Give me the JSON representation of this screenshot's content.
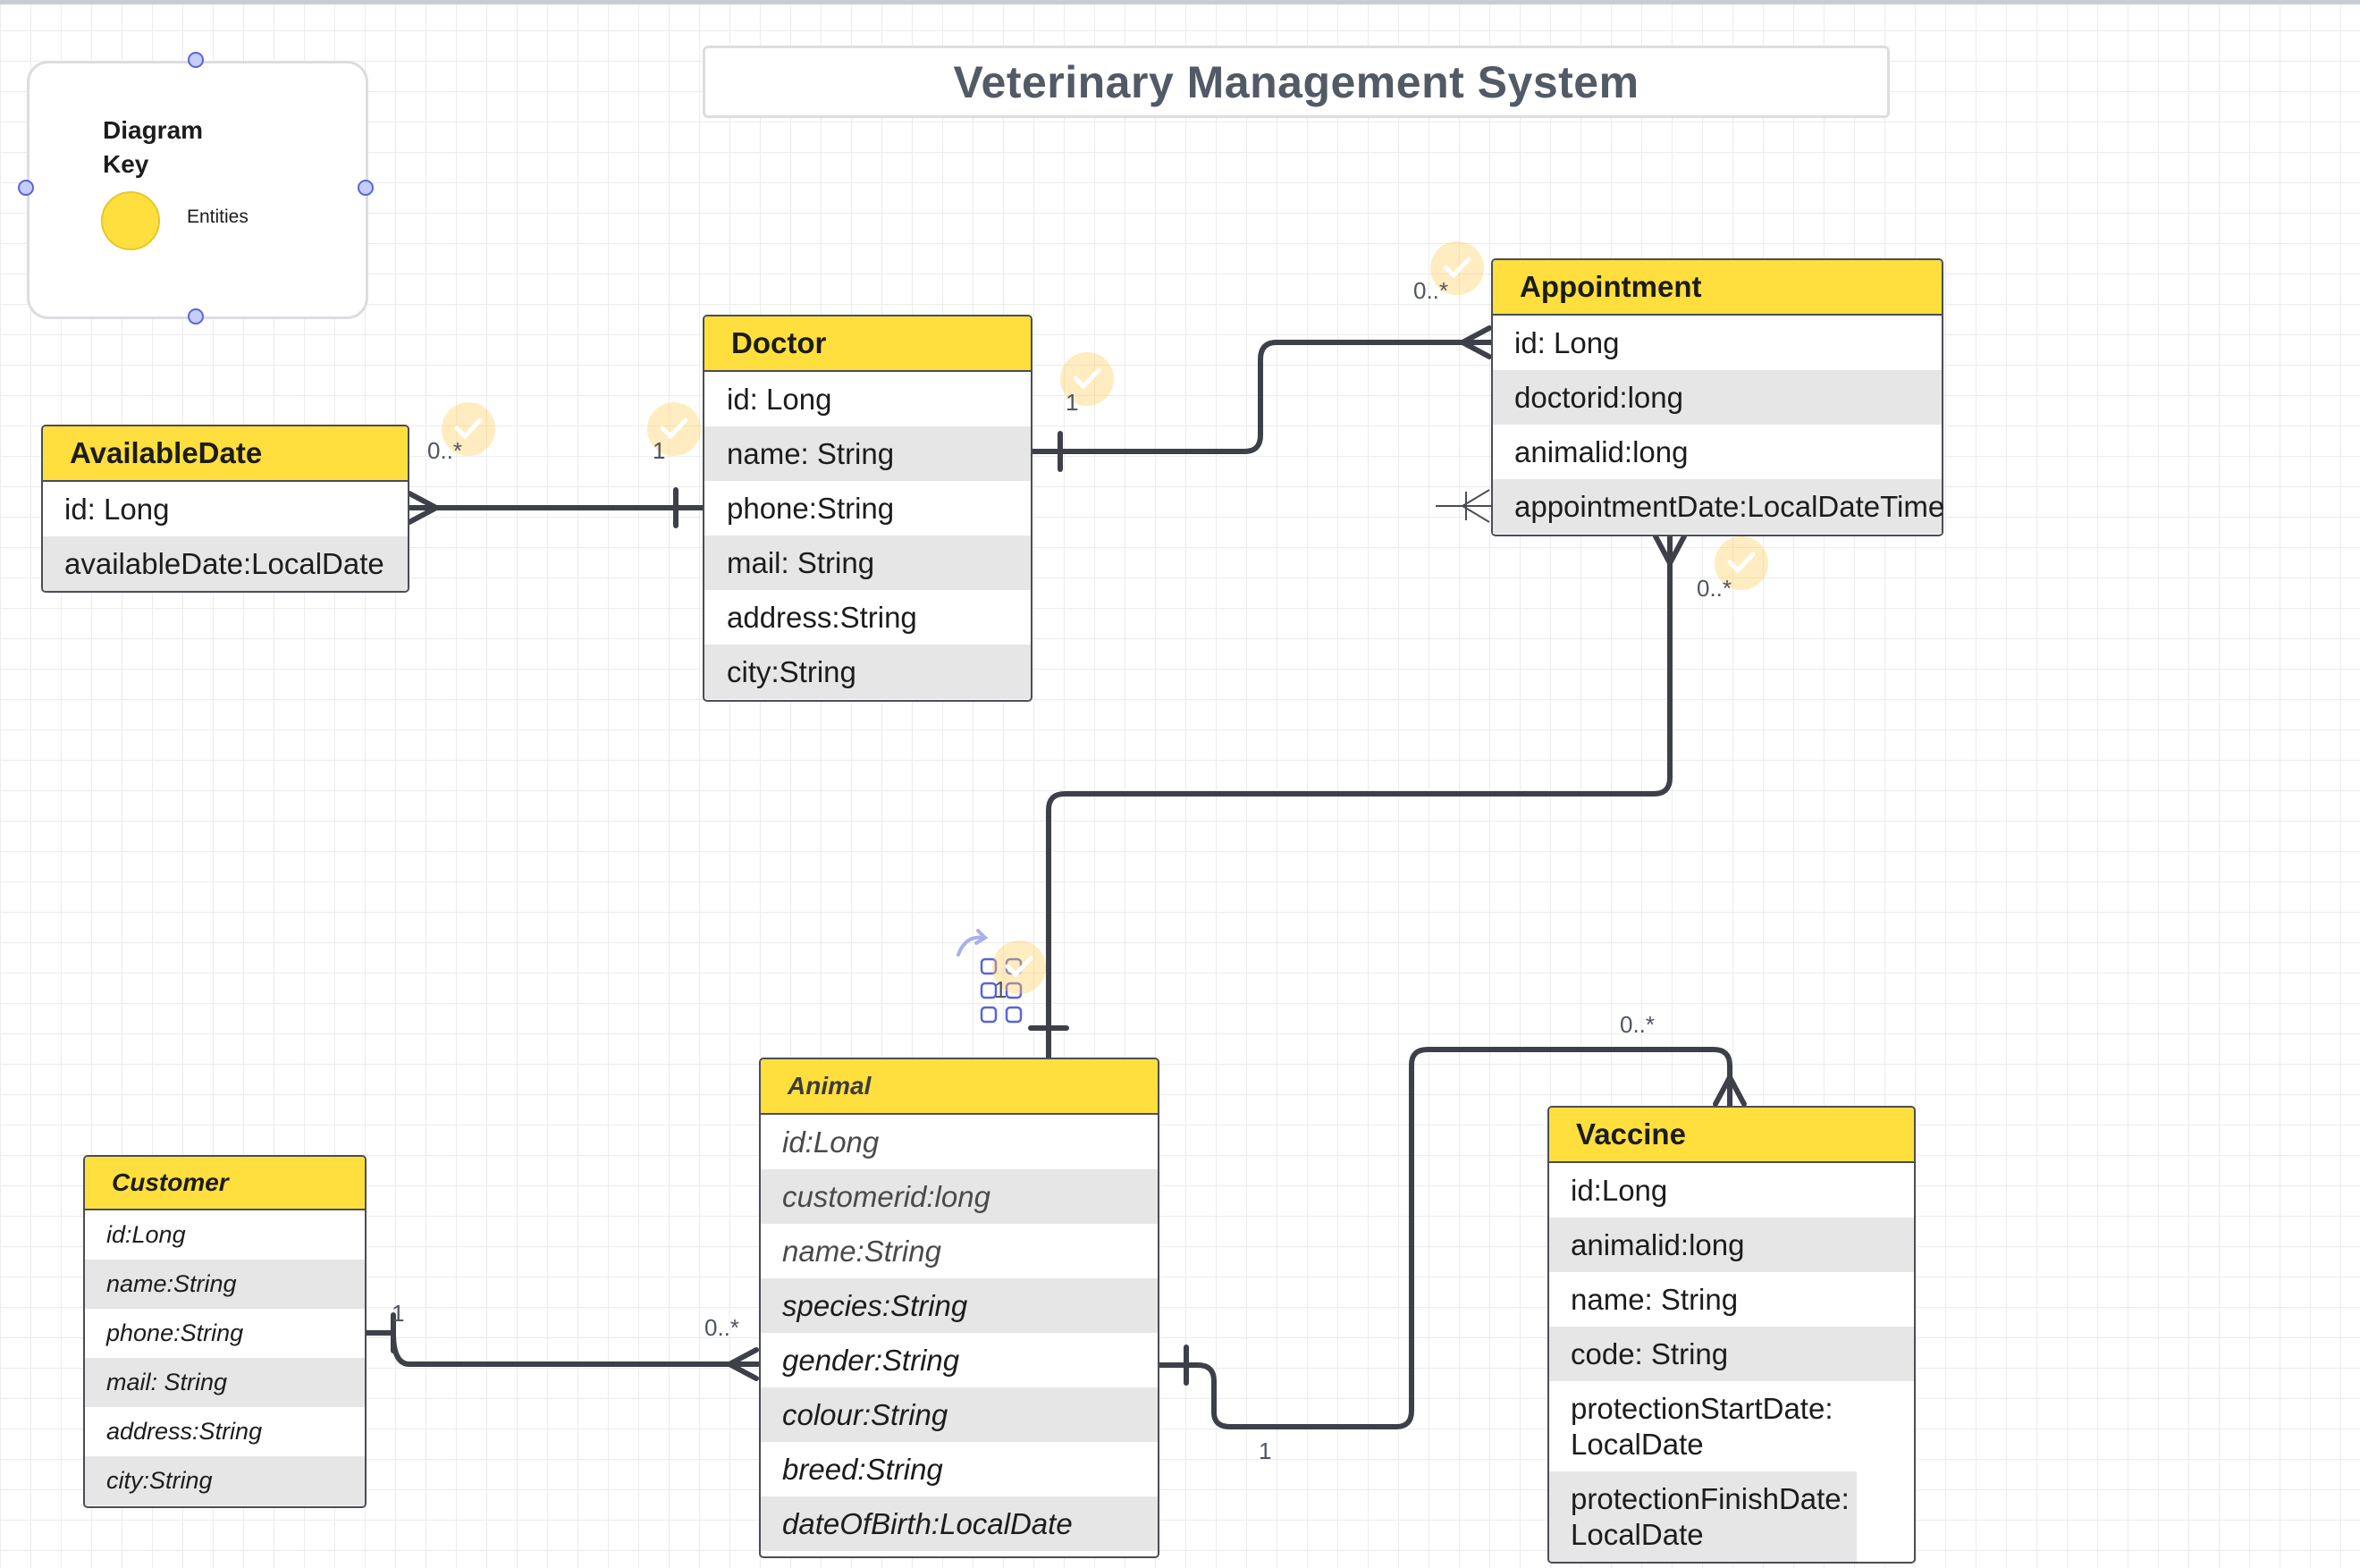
{
  "title": "Veterinary Management System",
  "key": {
    "title": "Diagram Key",
    "entities_label": "Entities"
  },
  "colors": {
    "entity_header": "#ffdf3d",
    "line": "#3d4048",
    "title_text": "#525a66"
  },
  "entities": {
    "available_date": {
      "name": "AvailableDate",
      "fields": [
        "id: Long",
        "availableDate:LocalDate"
      ]
    },
    "doctor": {
      "name": "Doctor",
      "fields": [
        "id: Long",
        "name: String",
        "phone:String",
        "mail: String",
        "address:String",
        "city:String"
      ]
    },
    "appointment": {
      "name": "Appointment",
      "fields": [
        "id: Long",
        "doctorid:long",
        "animalid:long",
        "appointmentDate:LocalDateTime"
      ]
    },
    "animal": {
      "name": "Animal",
      "fields": [
        "id:Long",
        "customerid:long",
        "name:String",
        "species:String",
        "gender:String",
        "colour:String",
        "breed:String",
        "dateOfBirth:LocalDate"
      ]
    },
    "customer": {
      "name": "Customer",
      "fields": [
        "id:Long",
        "name:String",
        "phone:String",
        "mail: String",
        "address:String",
        "city:String"
      ]
    },
    "vaccine": {
      "name": "Vaccine",
      "fields": [
        "id:Long",
        "animalid:long",
        "name: String",
        "code: String",
        "protectionStartDate: LocalDate",
        "protectionFinishDate: LocalDate"
      ]
    }
  },
  "multiplicities": {
    "available_many": "0..*",
    "doctor_available_one": "1",
    "doctor_appt_one": "1",
    "appointment_doctor_many": "0..*",
    "appointment_animal_many": "0..*",
    "animal_appt_one": "1",
    "vaccine_many": "0..*",
    "animal_vaccine_one": "1",
    "customer_one": "1",
    "animal_customer_many": "0..*"
  }
}
